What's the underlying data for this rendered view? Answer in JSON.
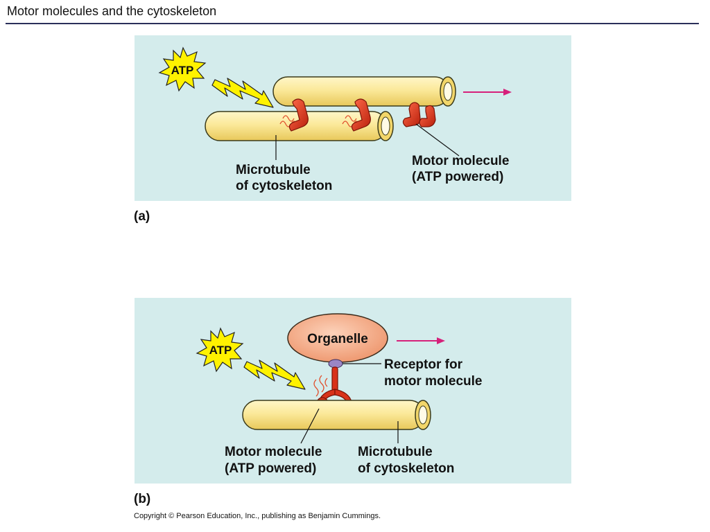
{
  "slide": {
    "title": "Motor molecules and the cytoskeleton",
    "copyright": "Copyright © Pearson Education, Inc., publishing as Benjamin Cummings."
  },
  "panel_a": {
    "letter": "(a)",
    "atp_label": "ATP",
    "microtubule_label": [
      "Microtubule",
      "of cytoskeleton"
    ],
    "motor_label": [
      "Motor molecule",
      "(ATP powered)"
    ]
  },
  "panel_b": {
    "letter": "(b)",
    "atp_label": "ATP",
    "organelle_label": "Organelle",
    "receptor_label": [
      "Receptor for",
      "motor molecule"
    ],
    "motor_label": [
      "Motor molecule",
      "(ATP powered)"
    ],
    "microtubule_label": [
      "Microtubule",
      "of cytoskeleton"
    ]
  },
  "colors": {
    "panel_bg": "#d4ecec",
    "tube_fill": "#fbe99a",
    "tube_stroke": "#3a3a1a",
    "motor": "#d8321a",
    "arrow": "#d6207a",
    "atp_star": "#fff200",
    "organelle": "#f6b08c",
    "receptor": "#9a86c4"
  }
}
